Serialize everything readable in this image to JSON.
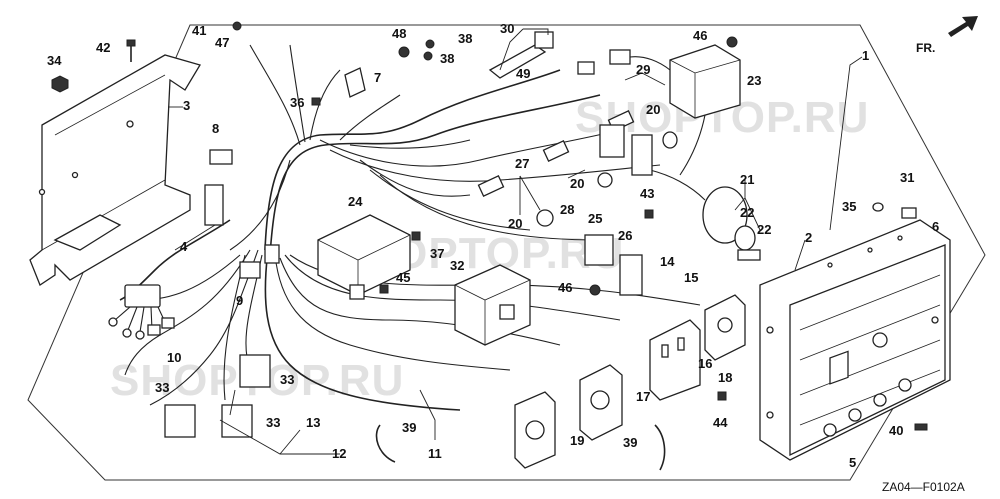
{
  "diagram": {
    "code": "ZA04—F0102A",
    "direction_label": "FR.",
    "watermarks": [
      "SHOPTOP.RU",
      "SHOPTOP.RU",
      "SHOPTOP.RU"
    ],
    "callouts": [
      {
        "id": "c41",
        "label": "41"
      },
      {
        "id": "c42",
        "label": "42"
      },
      {
        "id": "c47",
        "label": "47"
      },
      {
        "id": "c34",
        "label": "34"
      },
      {
        "id": "c3",
        "label": "3"
      },
      {
        "id": "c7",
        "label": "7"
      },
      {
        "id": "c36",
        "label": "36"
      },
      {
        "id": "c48",
        "label": "48"
      },
      {
        "id": "c38a",
        "label": "38"
      },
      {
        "id": "c38b",
        "label": "38"
      },
      {
        "id": "c30",
        "label": "30"
      },
      {
        "id": "c49",
        "label": "49"
      },
      {
        "id": "c46a",
        "label": "46"
      },
      {
        "id": "c23",
        "label": "23"
      },
      {
        "id": "c1",
        "label": "1"
      },
      {
        "id": "c29",
        "label": "29"
      },
      {
        "id": "c20a",
        "label": "20"
      },
      {
        "id": "c8",
        "label": "8"
      },
      {
        "id": "c27",
        "label": "27"
      },
      {
        "id": "c20b",
        "label": "20"
      },
      {
        "id": "c20c",
        "label": "20"
      },
      {
        "id": "c28",
        "label": "28"
      },
      {
        "id": "c43",
        "label": "43"
      },
      {
        "id": "c21",
        "label": "21"
      },
      {
        "id": "c22a",
        "label": "22"
      },
      {
        "id": "c22b",
        "label": "22"
      },
      {
        "id": "c31",
        "label": "31"
      },
      {
        "id": "c35",
        "label": "35"
      },
      {
        "id": "c24",
        "label": "24"
      },
      {
        "id": "c25",
        "label": "25"
      },
      {
        "id": "c26",
        "label": "26"
      },
      {
        "id": "c4",
        "label": "4"
      },
      {
        "id": "c37",
        "label": "37"
      },
      {
        "id": "c2",
        "label": "2"
      },
      {
        "id": "c6",
        "label": "6"
      },
      {
        "id": "c9",
        "label": "9"
      },
      {
        "id": "c45",
        "label": "45"
      },
      {
        "id": "c32",
        "label": "32"
      },
      {
        "id": "c14",
        "label": "14"
      },
      {
        "id": "c15",
        "label": "15"
      },
      {
        "id": "c46b",
        "label": "46"
      },
      {
        "id": "c10",
        "label": "10"
      },
      {
        "id": "c16",
        "label": "16"
      },
      {
        "id": "c33a",
        "label": "33"
      },
      {
        "id": "c33b",
        "label": "33"
      },
      {
        "id": "c33c",
        "label": "33"
      },
      {
        "id": "c18",
        "label": "18"
      },
      {
        "id": "c13",
        "label": "13"
      },
      {
        "id": "c17",
        "label": "17"
      },
      {
        "id": "c44",
        "label": "44"
      },
      {
        "id": "c39a",
        "label": "39"
      },
      {
        "id": "c39b",
        "label": "39"
      },
      {
        "id": "c19",
        "label": "19"
      },
      {
        "id": "c11",
        "label": "11"
      },
      {
        "id": "c12",
        "label": "12"
      },
      {
        "id": "c40",
        "label": "40"
      },
      {
        "id": "c5",
        "label": "5"
      }
    ]
  }
}
